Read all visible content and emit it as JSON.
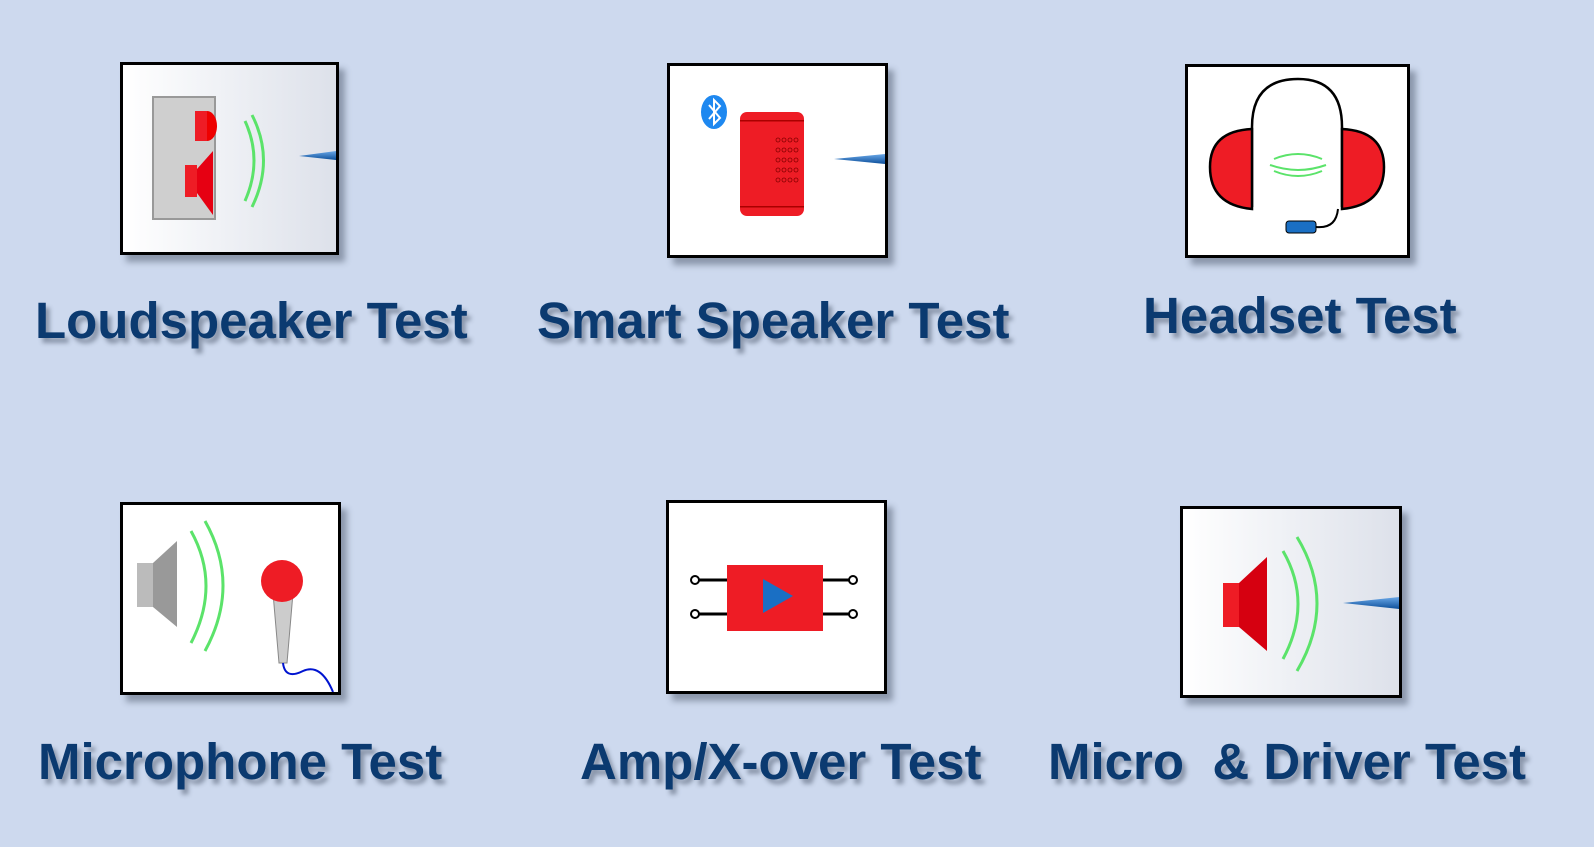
{
  "colors": {
    "background": "#cdd9ee",
    "label": "#0b3a70",
    "accent_red": "#ee1c25",
    "wave_green": "#5be36a",
    "probe_blue": "#1a6fc4"
  },
  "tests": [
    {
      "label": "Loudspeaker Test",
      "icon": "loudspeaker-icon"
    },
    {
      "label": "Smart Speaker Test",
      "icon": "smart-speaker-icon"
    },
    {
      "label": "Headset Test",
      "icon": "headset-icon"
    },
    {
      "label": "Microphone Test",
      "icon": "microphone-icon"
    },
    {
      "label": "Amp/X-over Test",
      "icon": "amplifier-icon"
    },
    {
      "label": "Micro  & Driver Test",
      "icon": "micro-driver-icon"
    }
  ]
}
